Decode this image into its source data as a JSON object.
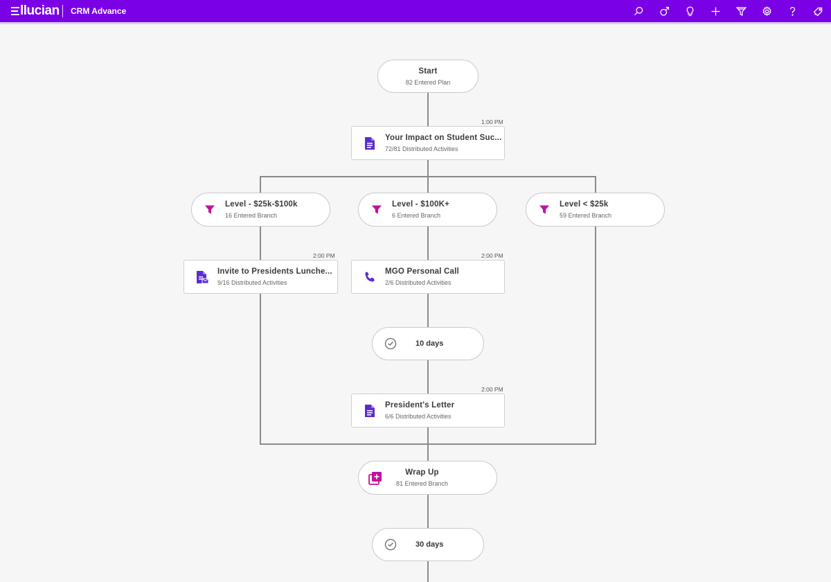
{
  "header": {
    "brand": "llucian",
    "app_title": "CRM Advance",
    "icons": [
      "search-icon",
      "gender-icon",
      "lightbulb-icon",
      "plus-icon",
      "filter-icon",
      "gear-icon",
      "help-icon",
      "bell-tag-icon"
    ]
  },
  "flow": {
    "start": {
      "title": "Start",
      "sub": "82 Entered Plan"
    },
    "impact": {
      "time": "1:00 PM",
      "title": "Your Impact on Student Suc...",
      "sub": "72/81 Distributed Activities"
    },
    "branch_left": {
      "title": "Level - $25k-$100k",
      "sub": "16 Entered Branch"
    },
    "branch_mid": {
      "title": "Level - $100K+",
      "sub": "6 Entered Branch"
    },
    "branch_right": {
      "title": "Level < $25k",
      "sub": "59 Entered Branch"
    },
    "invite": {
      "time": "2:00 PM",
      "title": "Invite to Presidents Lunche...",
      "sub": "9/16 Distributed Activities"
    },
    "call": {
      "time": "2:00 PM",
      "title": "MGO Personal Call",
      "sub": "2/6 Distributed Activities"
    },
    "delay1": {
      "title": "10 days"
    },
    "letter": {
      "time": "2:00 PM",
      "title": "President's Letter",
      "sub": "6/6 Distributed Activities"
    },
    "wrap": {
      "title": "Wrap Up",
      "sub": "81 Entered Branch"
    },
    "delay2": {
      "title": "30 days"
    }
  },
  "colors": {
    "accent": "#7a00e6",
    "icon_purple": "#5b2bd1",
    "icon_magenta": "#c0139b"
  }
}
